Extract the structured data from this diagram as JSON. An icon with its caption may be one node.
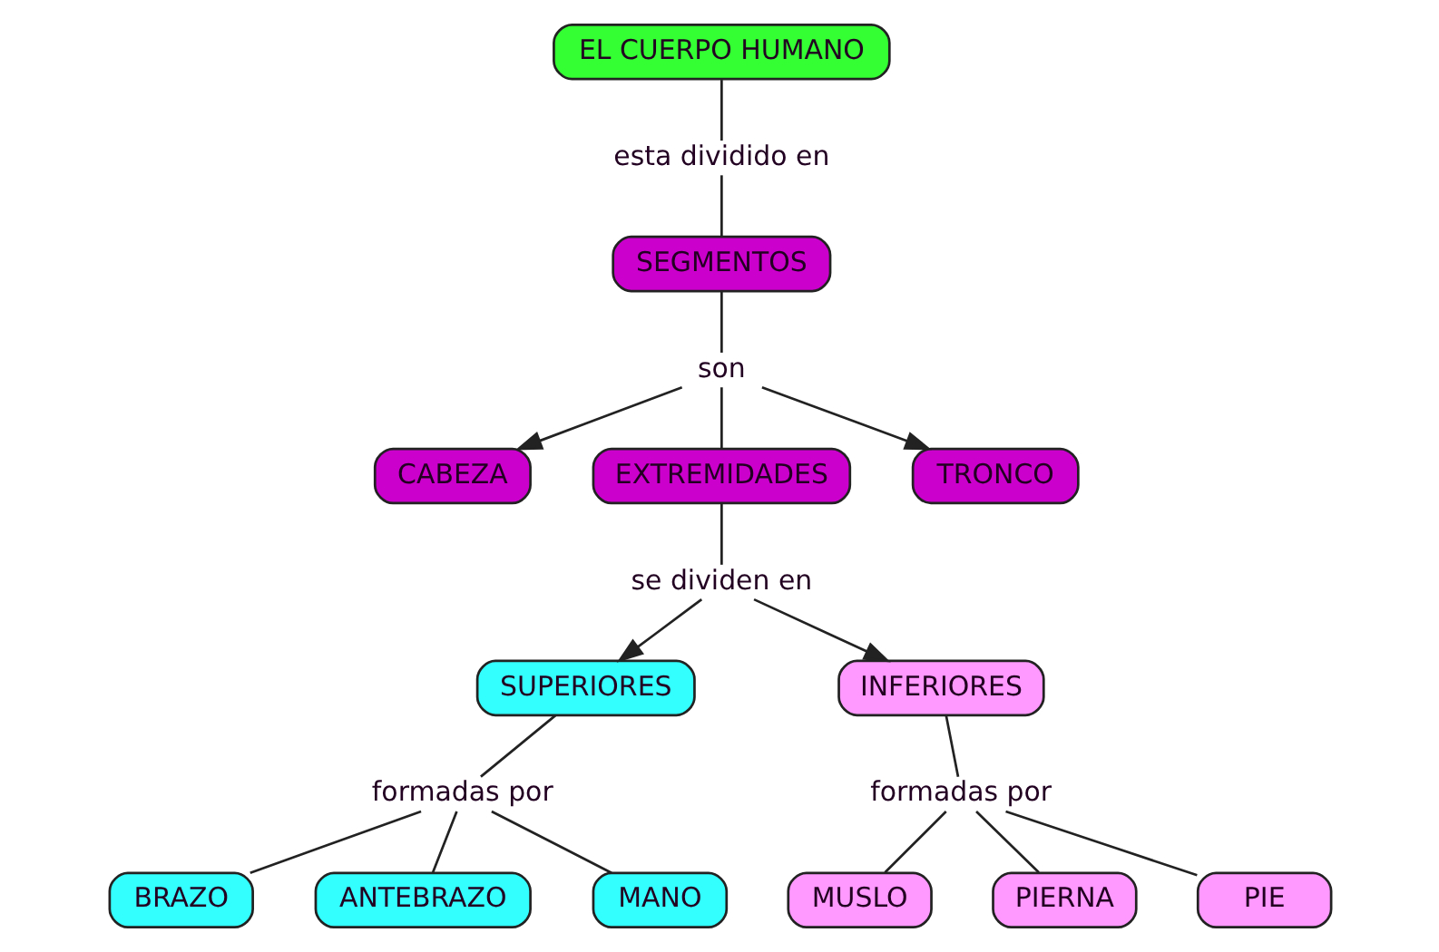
{
  "diagram": {
    "nodes": [
      {
        "text": [
          "EL CUERPO HUMANO"
        ]
      },
      {
        "text": [
          "esta dividido en"
        ]
      },
      {
        "text": [
          "SEGMENTOS"
        ]
      },
      {
        "text": [
          "son"
        ]
      },
      {
        "text": [
          "CABEZA"
        ]
      },
      {
        "text": [
          "EXTREMIDADES"
        ]
      },
      {
        "text": [
          "TRONCO"
        ]
      },
      {
        "text": [
          "se dividen en"
        ]
      },
      {
        "text": [
          "SUPERIORES"
        ]
      },
      {
        "text": [
          "INFERIORES"
        ]
      },
      {
        "text": [
          "formadas por"
        ]
      },
      {
        "text": [
          "formadas por"
        ]
      },
      {
        "text": [
          "BRAZO"
        ]
      },
      {
        "text": [
          "ANTEBRAZO"
        ]
      },
      {
        "text": [
          "MANO"
        ]
      },
      {
        "text": [
          "MUSLO"
        ]
      },
      {
        "text": [
          "PIERNA"
        ]
      },
      {
        "text": [
          "PIE"
        ]
      }
    ],
    "edges": [
      {
        "from": 0,
        "to": 1,
        "arrow": "none"
      },
      {
        "from": 1,
        "to": 2,
        "arrow": "none"
      },
      {
        "from": 2,
        "to": 3,
        "arrow": "none"
      },
      {
        "from": 3,
        "to": 4,
        "arrow": "to"
      },
      {
        "from": 3,
        "to": 5,
        "arrow": "none"
      },
      {
        "from": 3,
        "to": 6,
        "arrow": "to"
      },
      {
        "from": 5,
        "to": 7,
        "arrow": "none"
      },
      {
        "from": 7,
        "to": 8,
        "arrow": "to"
      },
      {
        "from": 7,
        "to": 9,
        "arrow": "to"
      },
      {
        "from": 8,
        "to": 10,
        "arrow": "none"
      },
      {
        "from": 10,
        "to": 12,
        "arrow": "none"
      },
      {
        "from": 10,
        "to": 13,
        "arrow": "none"
      },
      {
        "from": 10,
        "to": 14,
        "arrow": "none"
      },
      {
        "from": 9,
        "to": 11,
        "arrow": "none"
      },
      {
        "from": 11,
        "to": 15,
        "arrow": "none"
      },
      {
        "from": 11,
        "to": 16,
        "arrow": "none"
      },
      {
        "from": 11,
        "to": 17,
        "arrow": "none"
      }
    ]
  }
}
